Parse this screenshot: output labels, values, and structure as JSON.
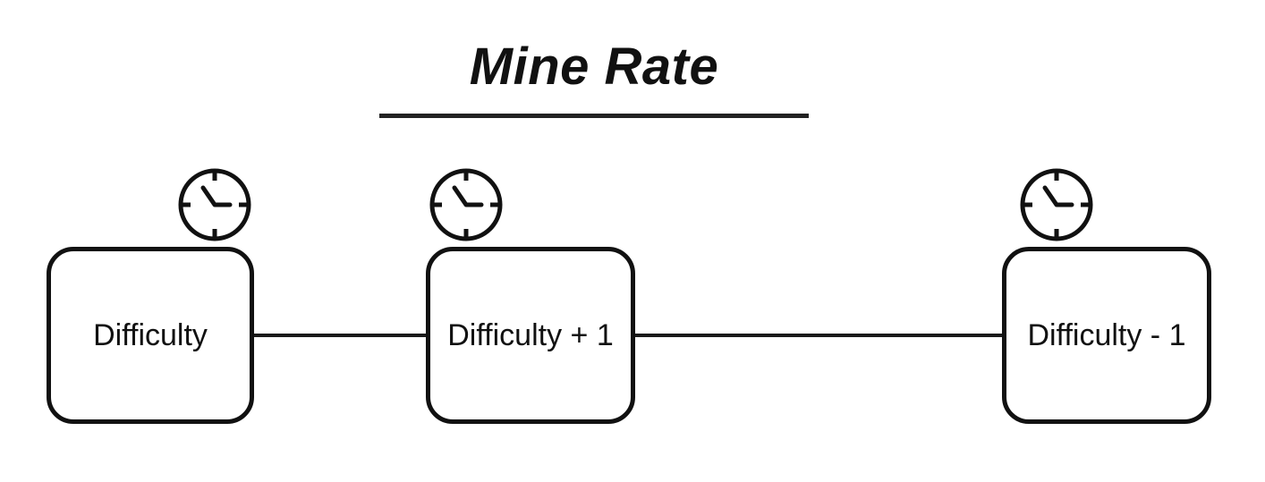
{
  "title": "Mine Rate",
  "nodes": [
    {
      "label": "Difficulty",
      "icon": "clock-icon"
    },
    {
      "label": "Difficulty + 1",
      "icon": "clock-icon"
    },
    {
      "label": "Difficulty - 1",
      "icon": "clock-icon"
    }
  ],
  "colors": {
    "stroke": "#111111",
    "background": "#ffffff"
  }
}
